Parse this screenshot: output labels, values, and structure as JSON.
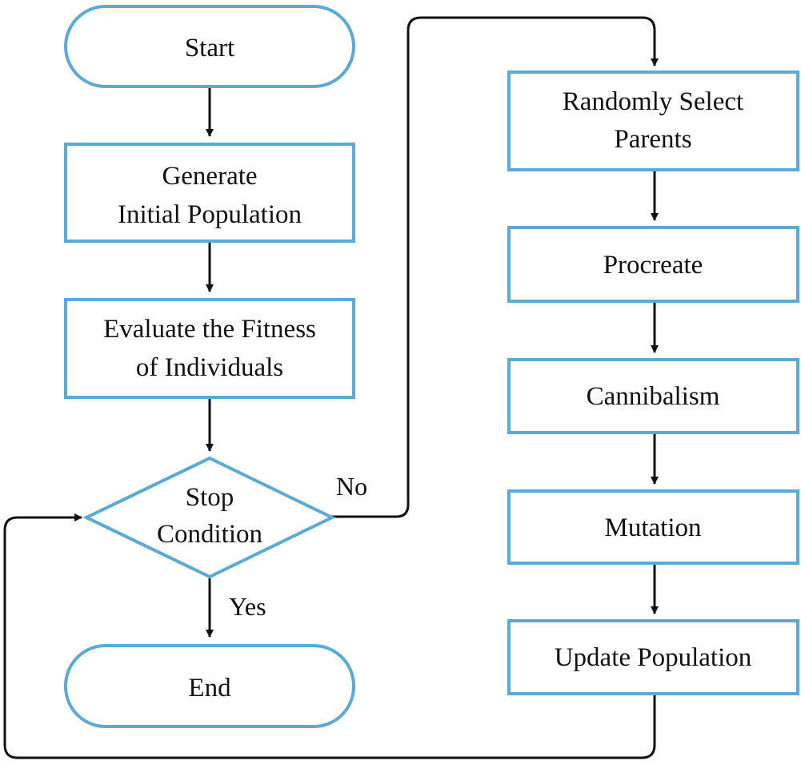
{
  "diagram": {
    "colors": {
      "node_border": "#5aaad6",
      "connector": "#111111",
      "text": "#111111",
      "background": "#ffffff"
    },
    "nodes": {
      "start": {
        "shape": "terminator",
        "lines": [
          "Start"
        ]
      },
      "generate": {
        "shape": "process",
        "lines": [
          "Generate",
          "Initial Population"
        ]
      },
      "evaluate": {
        "shape": "process",
        "lines": [
          "Evaluate the Fitness",
          "of Individuals"
        ]
      },
      "stop": {
        "shape": "decision",
        "lines": [
          "Stop",
          "Condition"
        ]
      },
      "end": {
        "shape": "terminator",
        "lines": [
          "End"
        ]
      },
      "select": {
        "shape": "process",
        "lines": [
          "Randomly Select",
          "Parents"
        ]
      },
      "procreate": {
        "shape": "process",
        "lines": [
          "Procreate"
        ]
      },
      "cannibalism": {
        "shape": "process",
        "lines": [
          "Cannibalism"
        ]
      },
      "mutation": {
        "shape": "process",
        "lines": [
          "Mutation"
        ]
      },
      "update": {
        "shape": "process",
        "lines": [
          "Update Population"
        ]
      }
    },
    "edges": [
      {
        "from": "start",
        "to": "generate"
      },
      {
        "from": "generate",
        "to": "evaluate"
      },
      {
        "from": "evaluate",
        "to": "stop"
      },
      {
        "from": "stop",
        "to": "end",
        "label": "Yes"
      },
      {
        "from": "stop",
        "to": "select",
        "label": "No"
      },
      {
        "from": "select",
        "to": "procreate"
      },
      {
        "from": "procreate",
        "to": "cannibalism"
      },
      {
        "from": "cannibalism",
        "to": "mutation"
      },
      {
        "from": "mutation",
        "to": "update"
      },
      {
        "from": "update",
        "to": "stop"
      }
    ],
    "labels": {
      "yes": "Yes",
      "no": "No"
    }
  }
}
